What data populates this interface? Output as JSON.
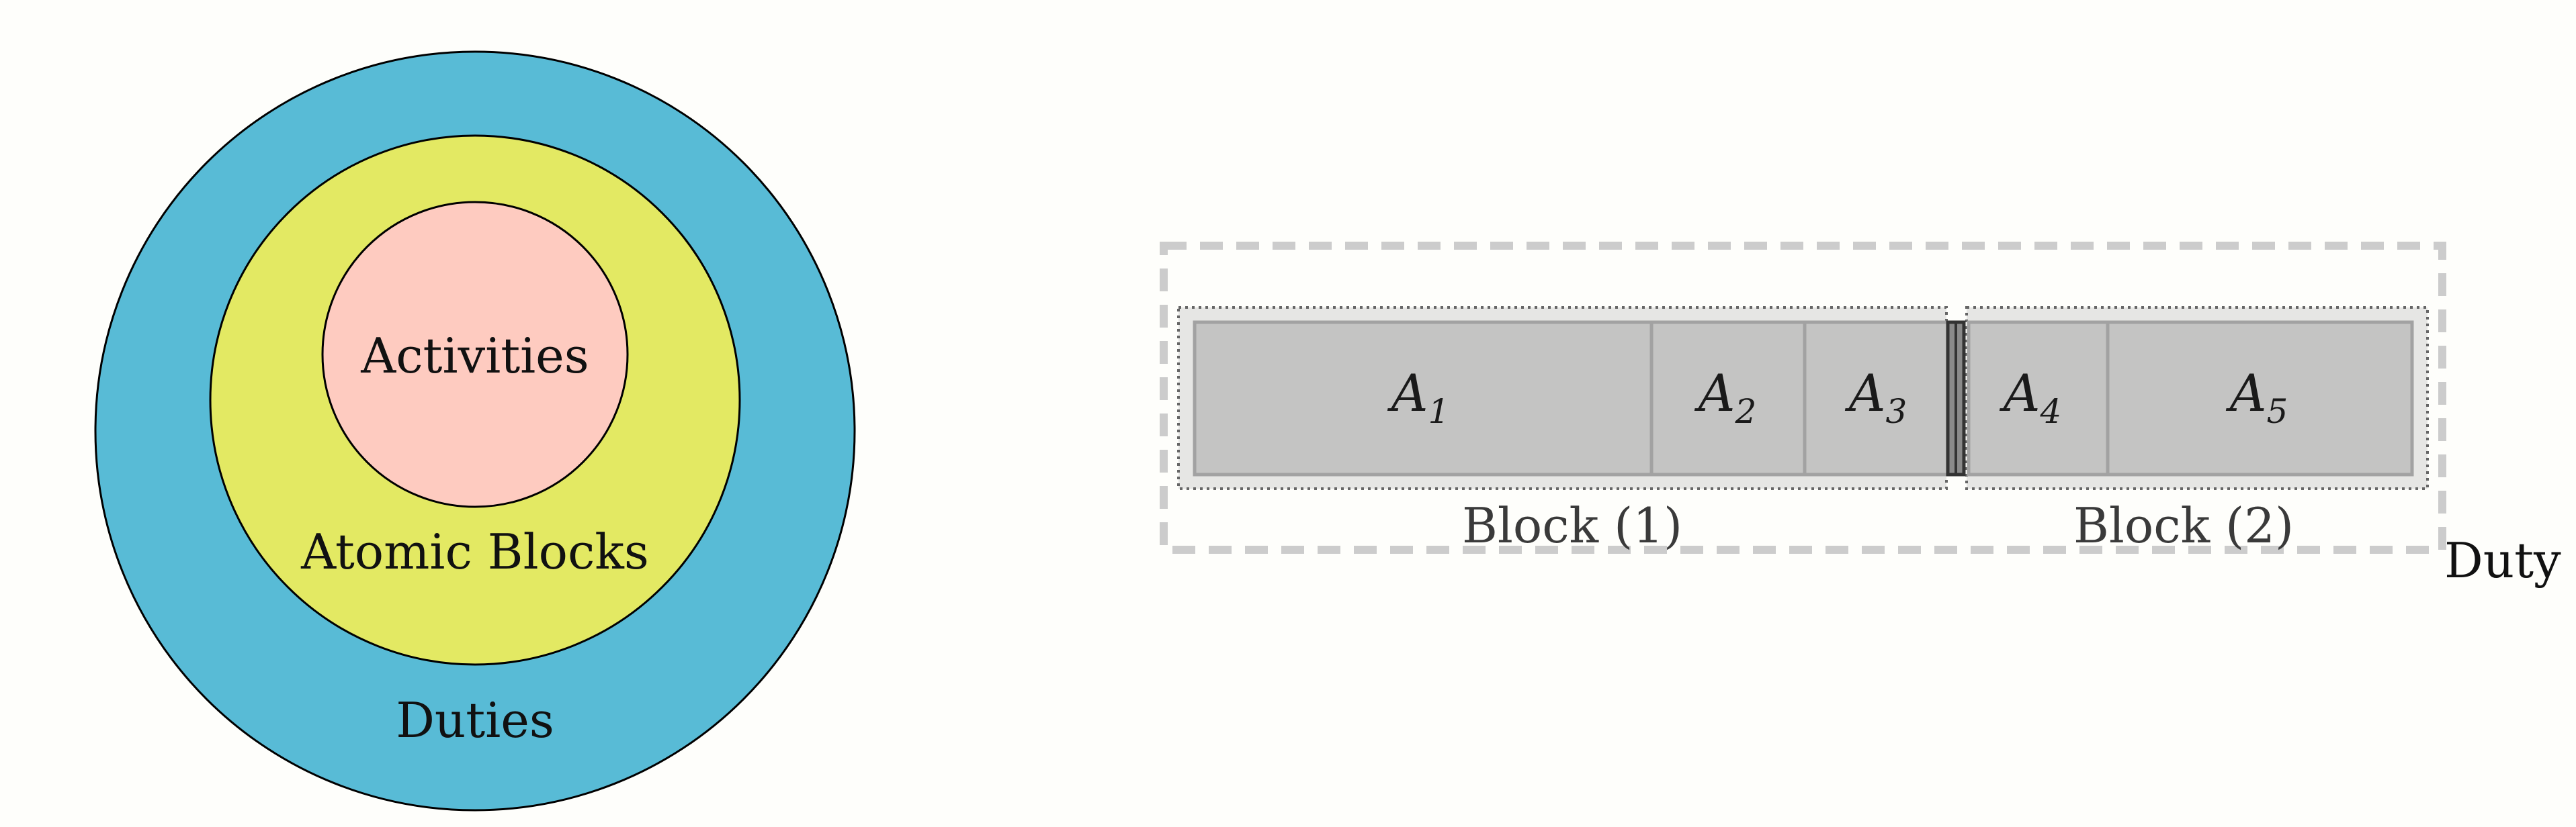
{
  "venn": {
    "outer_label": "Duties",
    "middle_label": "Atomic Blocks",
    "inner_label": "Activities",
    "colors": {
      "outer": "#58bbd6",
      "middle": "#e3e963",
      "inner": "#fecbc0",
      "stroke": "#000000"
    }
  },
  "duty_diagram": {
    "duty_label": "Duty",
    "blocks": [
      {
        "label": "Block (1)",
        "activities": [
          {
            "letter": "A",
            "sub": "1"
          },
          {
            "letter": "A",
            "sub": "2"
          },
          {
            "letter": "A",
            "sub": "3"
          }
        ]
      },
      {
        "label": "Block (2)",
        "activities": [
          {
            "letter": "A",
            "sub": "4"
          },
          {
            "letter": "A",
            "sub": "5"
          }
        ]
      }
    ],
    "colors": {
      "activity_fill": "#c4c4c3",
      "activity_stroke": "#a2a2a2",
      "block_fill": "#e6e6e4",
      "block_border": "#666666",
      "duty_border": "#cccccc",
      "break_bar": "#333333"
    }
  }
}
